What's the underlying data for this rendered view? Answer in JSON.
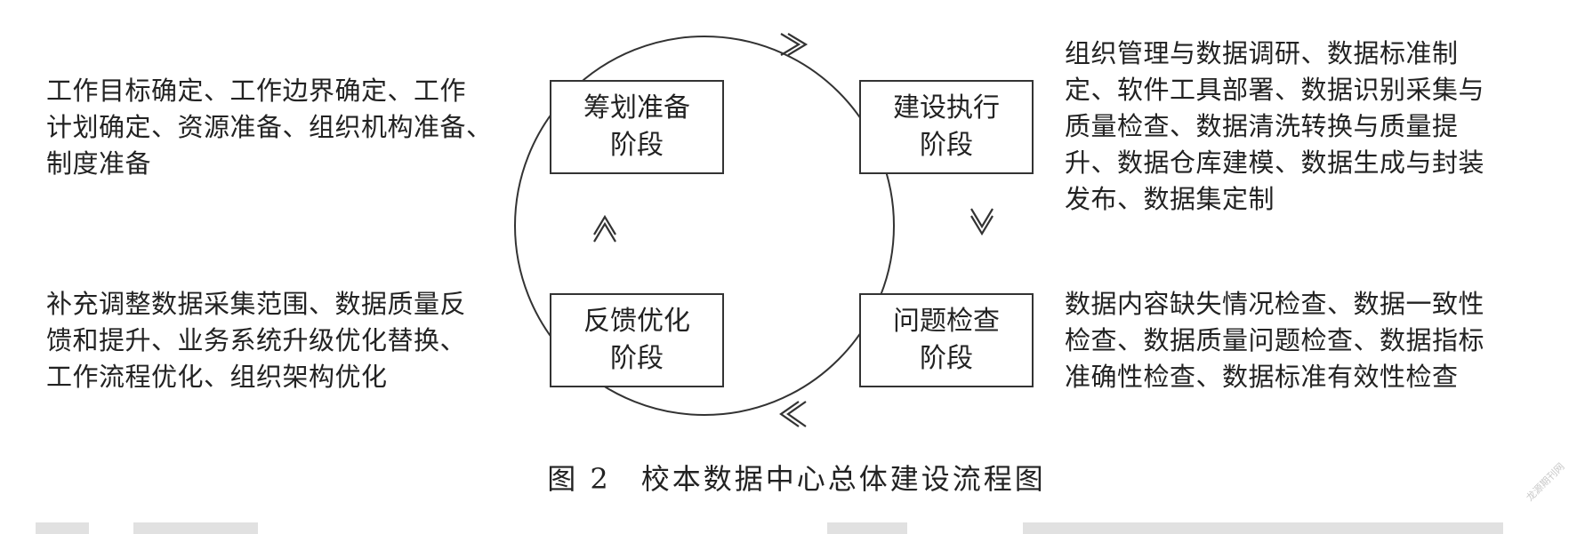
{
  "stages": {
    "planning": {
      "line1": "筹划准备",
      "line2": "阶段"
    },
    "construction": {
      "line1": "建设执行",
      "line2": "阶段"
    },
    "inspection": {
      "line1": "问题检查",
      "line2": "阶段"
    },
    "feedback": {
      "line1": "反馈优化",
      "line2": "阶段"
    }
  },
  "descriptions": {
    "planning": "工作目标确定、工作边界确定、工作\n计划确定、资源准备、组织机构准备、\n制度准备",
    "construction": "组织管理与数据调研、数据标准制\n定、软件工具部署、数据识别采集与\n质量检查、数据清洗转换与质量提\n升、数据仓库建模、数据生成与封装\n发布、数据集定制",
    "feedback": "补充调整数据采集范围、数据质量反\n馈和提升、业务系统升级优化替换、\n工作流程优化、组织架构优化",
    "inspection": "数据内容缺失情况检查、数据一致性\n检查、数据质量问题检查、数据指标\n准确性检查、数据标准有效性检查"
  },
  "caption": {
    "figure_number": "图 2",
    "title": "校本数据中心总体建设流程图"
  },
  "watermark": "龙源期刊网",
  "colors": {
    "text": "#222222",
    "line": "#333333",
    "background": "#ffffff"
  }
}
